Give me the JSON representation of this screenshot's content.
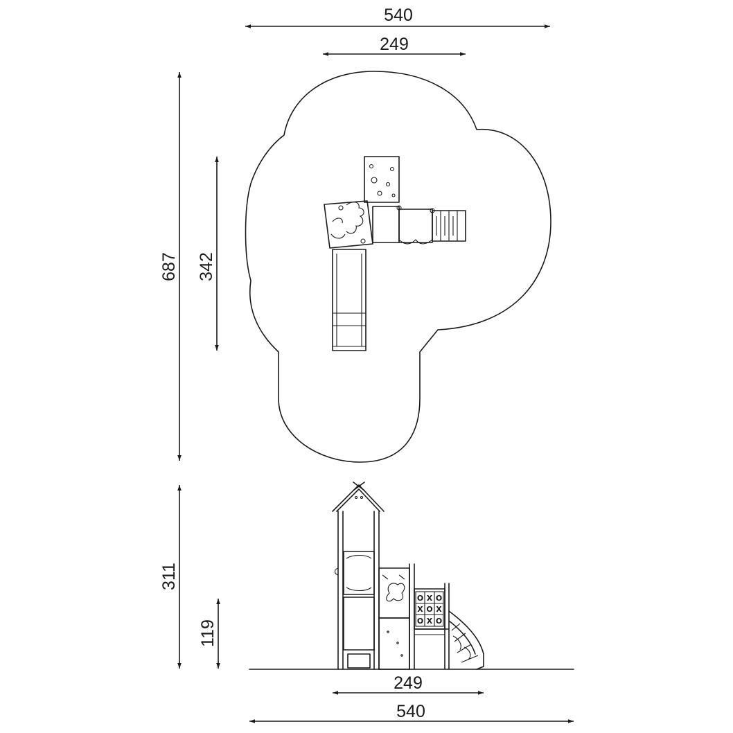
{
  "drawing": {
    "plan": {
      "width_total": "540",
      "width_structure": "249",
      "height_total": "687",
      "height_structure": "342"
    },
    "elevation": {
      "height_total": "311",
      "height_platform": "119",
      "width_structure": "249",
      "width_total": "540"
    },
    "panel_marks": [
      "O",
      "X",
      "O",
      "X",
      "O",
      "X",
      "O",
      "X",
      "O"
    ]
  }
}
